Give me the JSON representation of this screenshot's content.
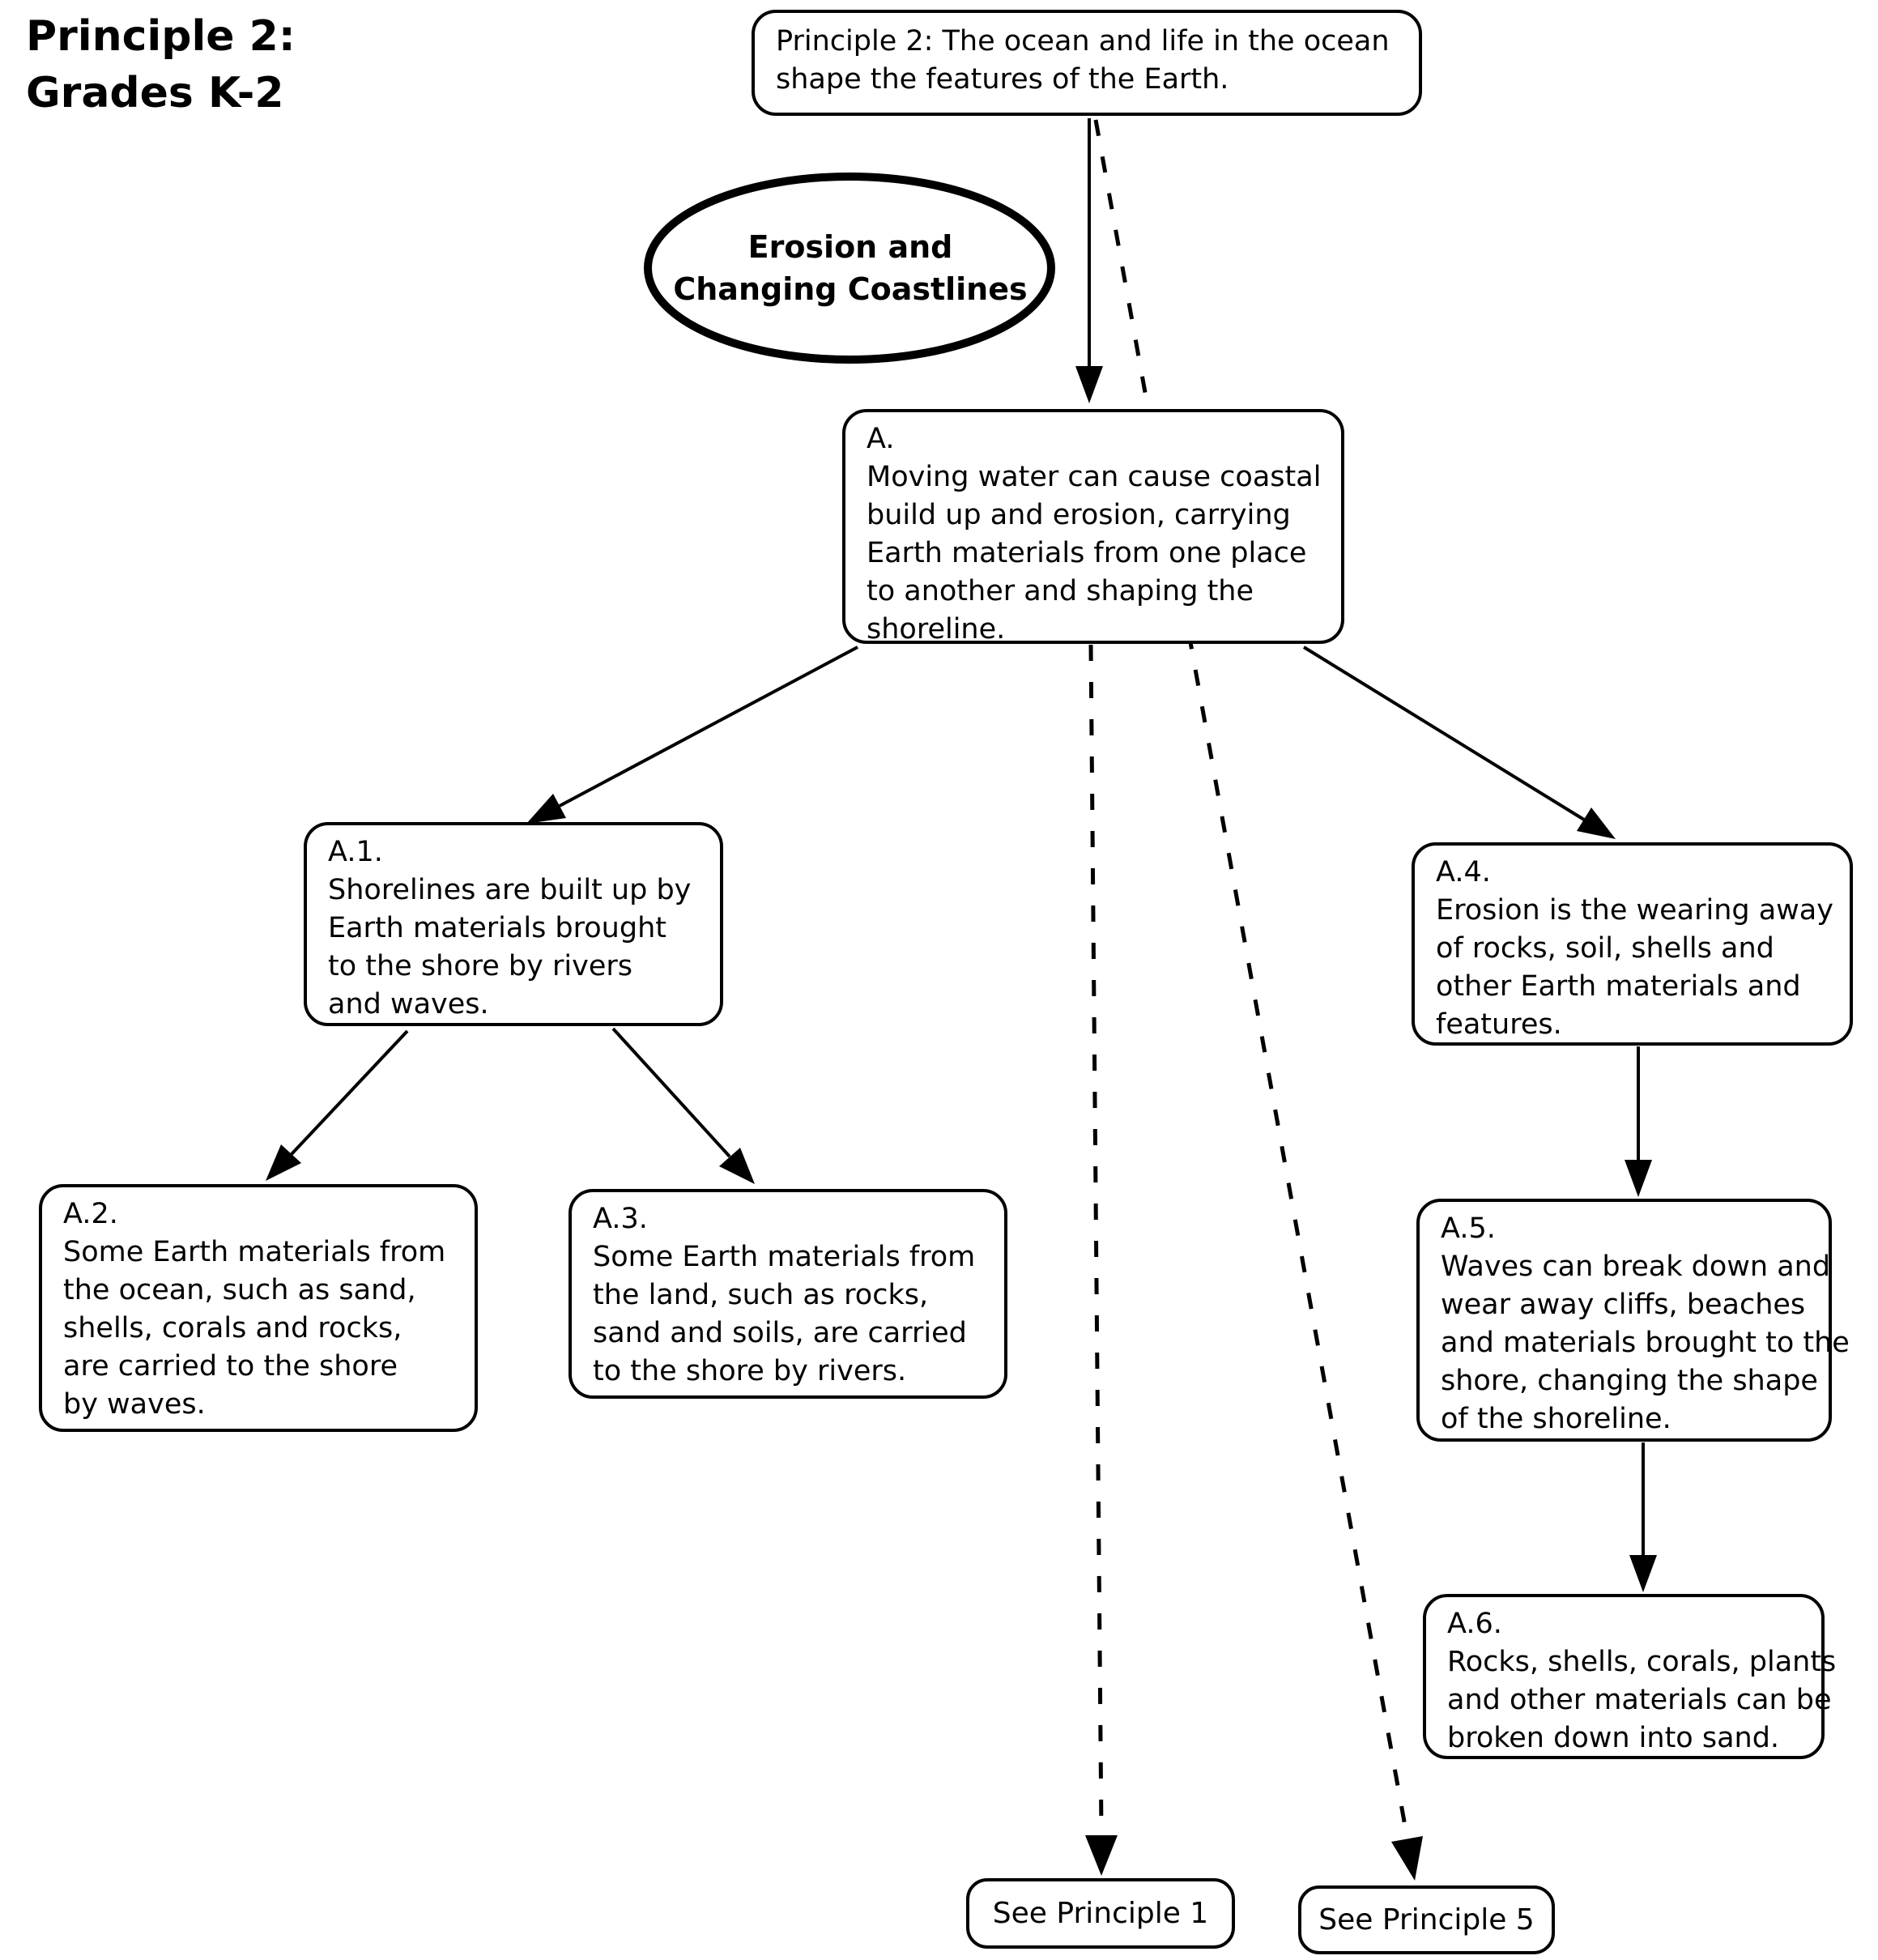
{
  "title": "Principle 2:\nGrades K-2",
  "colors": {
    "ink": "#000000",
    "paper": "#ffffff"
  },
  "nodes": {
    "principle": "Principle 2: The ocean and life in the ocean\nshape the features of the Earth.",
    "topic": "Erosion and\nChanging Coastlines",
    "a": "A.\nMoving water can cause coastal\nbuild up and erosion, carrying\nEarth materials from one place\nto another and shaping the\nshoreline.",
    "a1": "A.1.\nShorelines are built up by\nEarth materials brought\nto the shore by rivers\nand waves.",
    "a2": "A.2.\nSome Earth materials from\nthe ocean, such as sand,\nshells, corals and rocks,\nare carried to the shore\nby waves.",
    "a3": "A.3.\nSome Earth materials from\nthe land, such as rocks,\nsand and soils, are carried\nto the shore by rivers.",
    "a4": "A.4.\nErosion is the wearing away\nof rocks, soil, shells and\nother Earth materials and\nfeatures.",
    "a5": "A.5.\nWaves can break down and\nwear away cliffs, beaches\nand materials brought to the\nshore, changing the shape\nof the shoreline.",
    "a6": "A.6.\nRocks, shells, corals, plants\nand other materials can be\nbroken down into sand.",
    "see_principle_1": "See Principle 1",
    "see_principle_5": "See Principle 5"
  }
}
